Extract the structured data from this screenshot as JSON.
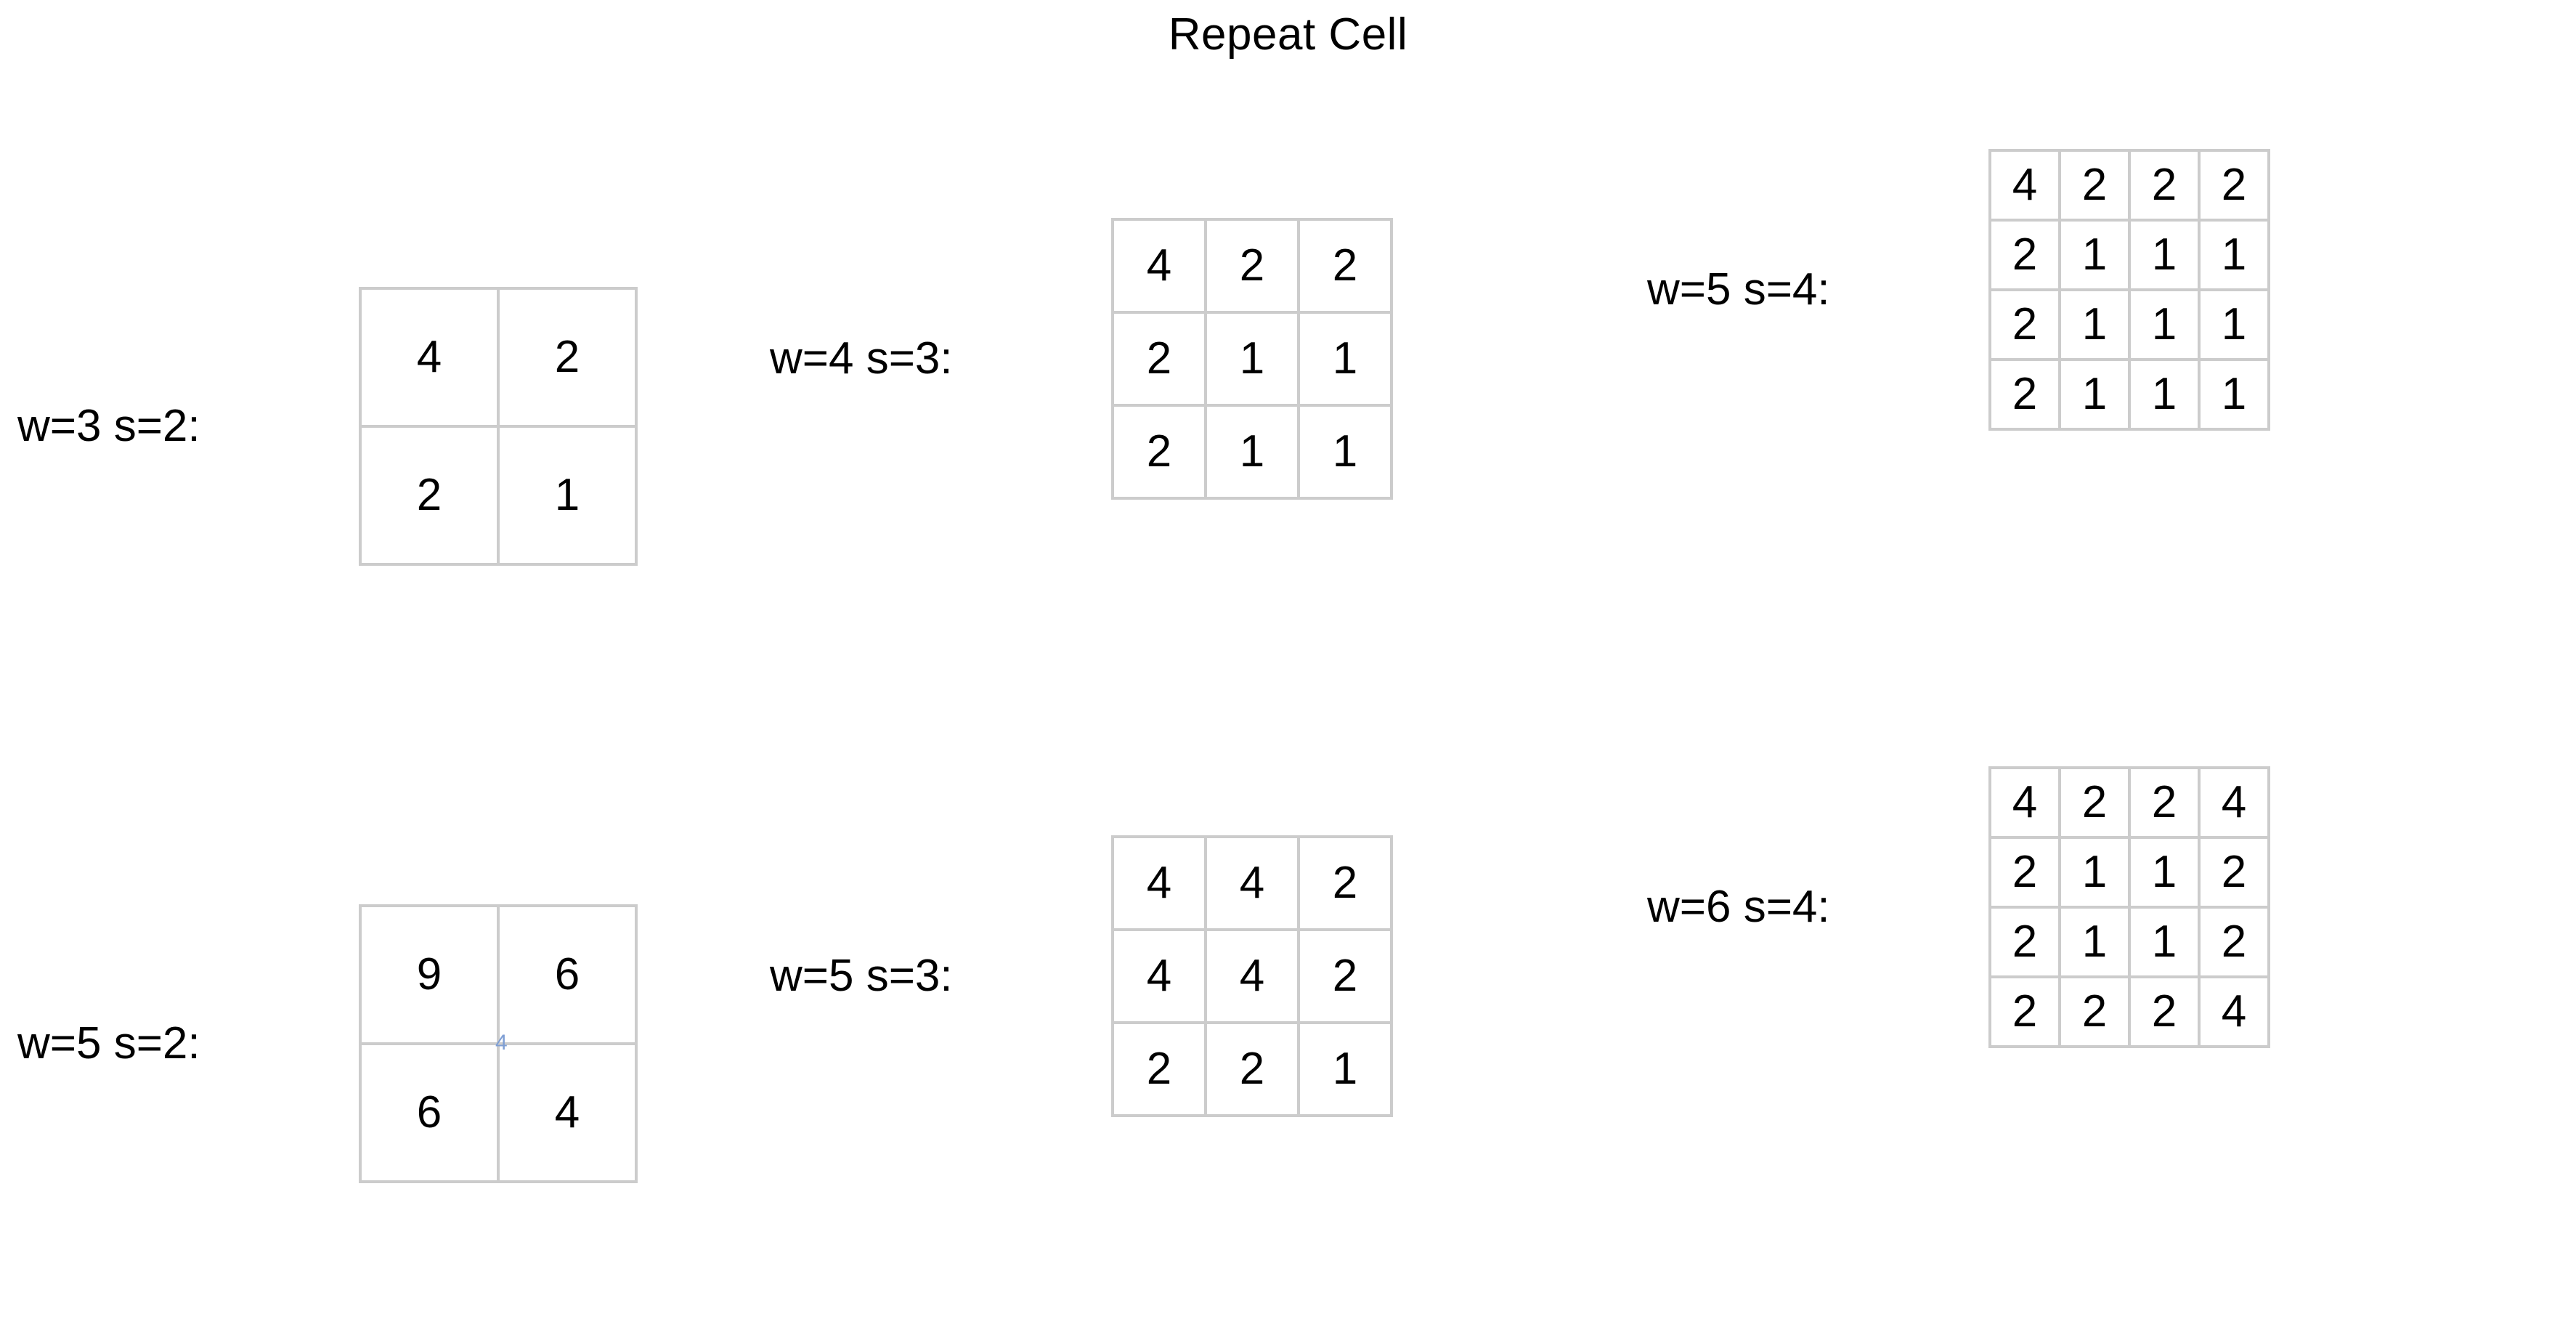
{
  "page": {
    "title": "Repeat Cell",
    "background_color": "#ffffff",
    "text_color": "#000000",
    "grid_border_color": "#cccccc",
    "artifact_color": "#7f9fd4"
  },
  "examples": [
    {
      "label": "w=3 s=2:",
      "w": 3,
      "s": 2,
      "rows": 2,
      "cols": 2,
      "cell_size": 190,
      "values": [
        [
          "4",
          "2"
        ],
        [
          "2",
          "1"
        ]
      ],
      "artifact": null
    },
    {
      "label": "w=4 s=3:",
      "w": 4,
      "s": 3,
      "rows": 3,
      "cols": 3,
      "cell_size": 128,
      "values": [
        [
          "4",
          "2",
          "2"
        ],
        [
          "2",
          "1",
          "1"
        ],
        [
          "2",
          "1",
          "1"
        ]
      ],
      "artifact": null
    },
    {
      "label": "w=5 s=4:",
      "w": 5,
      "s": 4,
      "rows": 4,
      "cols": 4,
      "cell_size": 96,
      "values": [
        [
          "4",
          "2",
          "2",
          "2"
        ],
        [
          "2",
          "1",
          "1",
          "1"
        ],
        [
          "2",
          "1",
          "1",
          "1"
        ],
        [
          "2",
          "1",
          "1",
          "1"
        ]
      ],
      "artifact": null
    },
    {
      "label": "w=5 s=2:",
      "w": 5,
      "s": 2,
      "rows": 2,
      "cols": 2,
      "cell_size": 190,
      "values": [
        [
          "9",
          "6"
        ],
        [
          "6",
          "4"
        ]
      ],
      "artifact": "4"
    },
    {
      "label": "w=5 s=3:",
      "w": 5,
      "s": 3,
      "rows": 3,
      "cols": 3,
      "cell_size": 128,
      "values": [
        [
          "4",
          "4",
          "2"
        ],
        [
          "4",
          "4",
          "2"
        ],
        [
          "2",
          "2",
          "1"
        ]
      ],
      "artifact": null
    },
    {
      "label": "w=6 s=4:",
      "w": 6,
      "s": 4,
      "rows": 4,
      "cols": 4,
      "cell_size": 96,
      "values": [
        [
          "4",
          "2",
          "2",
          "4"
        ],
        [
          "2",
          "1",
          "1",
          "2"
        ],
        [
          "2",
          "1",
          "1",
          "2"
        ],
        [
          "2",
          "2",
          "2",
          "4"
        ]
      ],
      "artifact": null
    }
  ]
}
